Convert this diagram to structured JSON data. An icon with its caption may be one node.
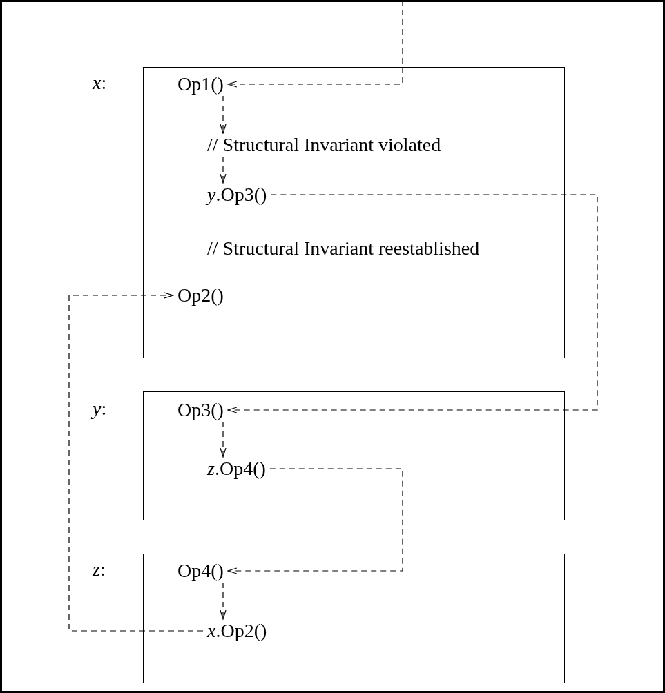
{
  "diagram": {
    "nodes": [
      {
        "text": [],
        "shape": "box",
        "beside": [
          "*x*:"
        ]
      },
      {
        "text": [
          "Op1()"
        ],
        "in": 0
      },
      {
        "text": [
          "// Structural Invariant violated"
        ],
        "in": 0
      },
      {
        "text": [
          "*y*.Op3()"
        ],
        "in": 0
      },
      {
        "text": [
          "// Structural Invariant reestablished"
        ],
        "in": 0
      },
      {
        "text": [
          "Op2()"
        ],
        "in": 0
      },
      {
        "text": [],
        "shape": "box",
        "beside": [
          "*y*:"
        ]
      },
      {
        "text": [
          "Op3()"
        ],
        "in": 6
      },
      {
        "text": [
          "*z*.Op4()"
        ],
        "in": 6
      },
      {
        "text": [],
        "shape": "box",
        "beside": [
          "*z*:"
        ]
      },
      {
        "text": [
          "Op4()"
        ],
        "in": 9
      },
      {
        "text": [
          "*x*.Op2()"
        ],
        "in": 9
      }
    ],
    "edges": [
      {
        "from": null,
        "to": 1,
        "arrow": "to",
        "style": "dashed"
      },
      {
        "from": 1,
        "to": 2,
        "arrow": "to",
        "style": "dashed"
      },
      {
        "from": 2,
        "to": 3,
        "arrow": "to",
        "style": "dashed"
      },
      {
        "from": 3,
        "to": 7,
        "arrow": "to",
        "style": "dashed"
      },
      {
        "from": 7,
        "to": 8,
        "arrow": "to",
        "style": "dashed"
      },
      {
        "from": 8,
        "to": 10,
        "arrow": "to",
        "style": "dashed"
      },
      {
        "from": 10,
        "to": 11,
        "arrow": "to",
        "style": "dashed"
      },
      {
        "from": 11,
        "to": 5,
        "arrow": "to",
        "style": "dashed"
      }
    ]
  }
}
